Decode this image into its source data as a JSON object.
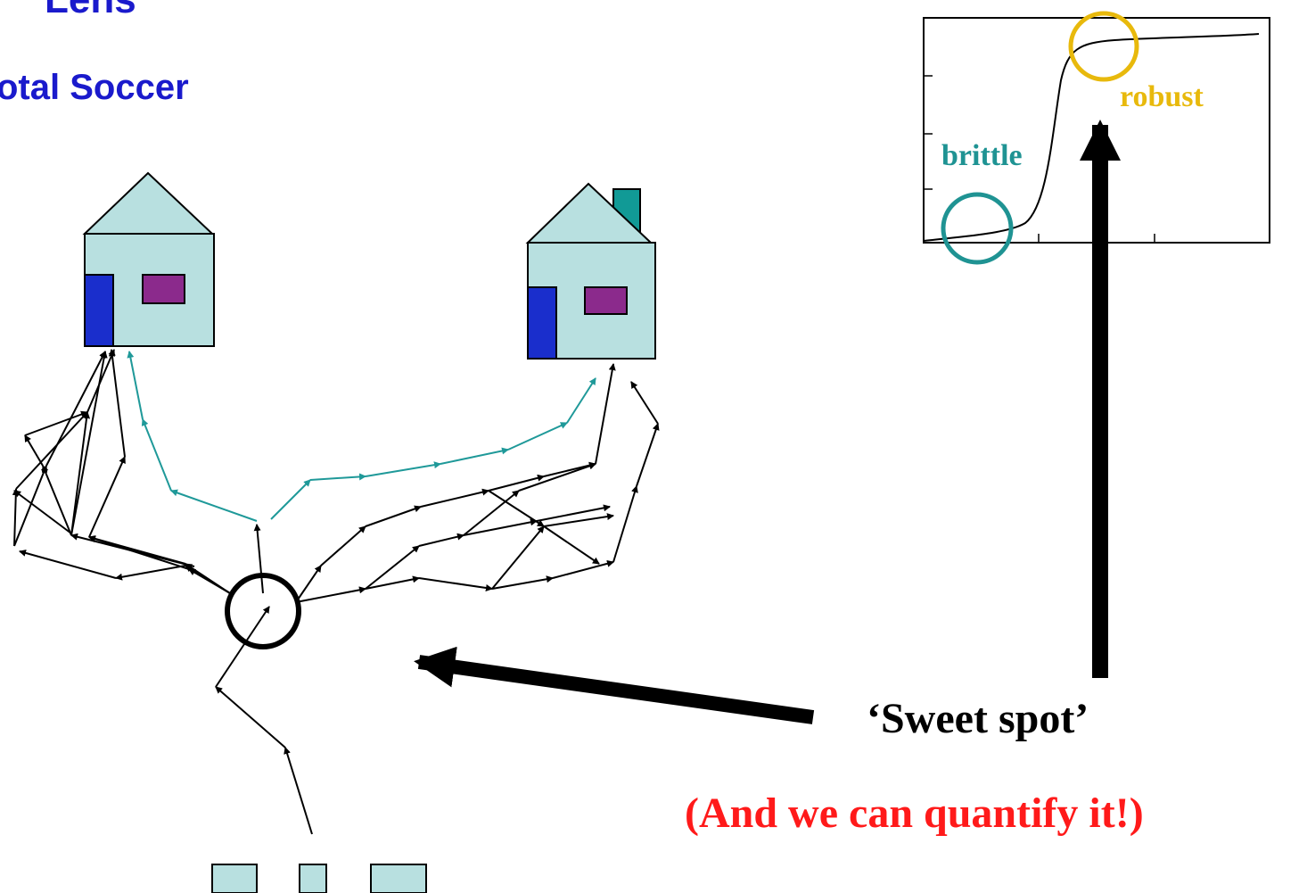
{
  "titles": {
    "top_fragment": "Lens",
    "main": "otal Soccer"
  },
  "curve_labels": {
    "brittle": "brittle",
    "robust": "robust"
  },
  "callouts": {
    "sweet_spot": "‘Sweet spot’",
    "quantify": "(And we can quantify it!)"
  },
  "colors": {
    "title_blue": "#1a1acc",
    "house_fill": "#b8e0e0",
    "door_blue": "#1a2ecc",
    "window_purple": "#8b2a8c",
    "chimney_teal": "#119a96",
    "path_teal": "#1f9999",
    "brittle_teal": "#1f9393",
    "robust_yellow": "#e8b90c",
    "quantify_red": "#ff1a1a"
  }
}
